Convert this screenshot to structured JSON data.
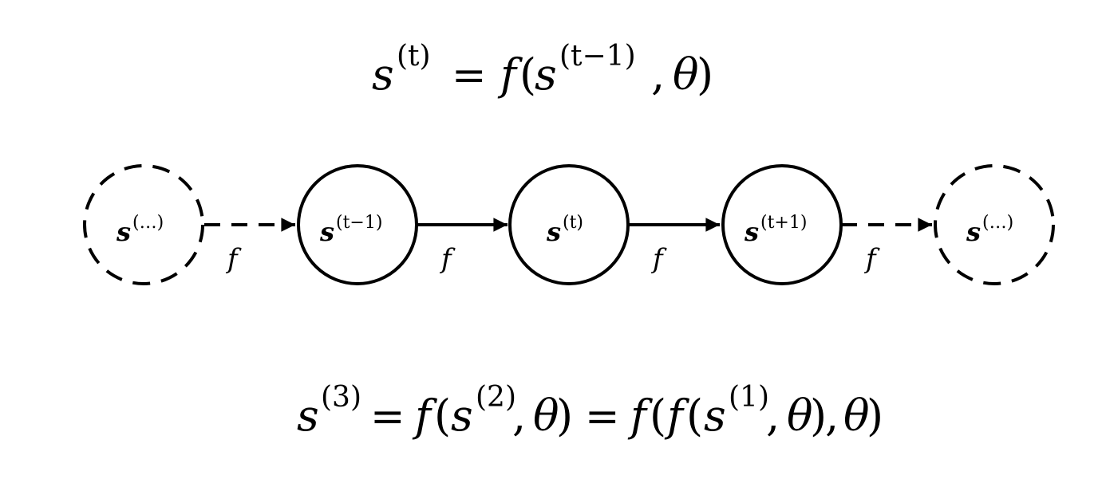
{
  "equations": {
    "top": {
      "lhs_base": "s",
      "lhs_sup": "(t)",
      "eq": "=",
      "f": "f",
      "open": "(",
      "arg_base": "s",
      "arg_sup": "(t−1)",
      "comma": ",",
      "theta": "θ",
      "close": ")"
    },
    "bottom": {
      "lhs_base": "s",
      "lhs_sup": "(3)",
      "eq1": "=",
      "f1": "f",
      "open1": "(",
      "s2_base": "s",
      "s2_sup": "(2)",
      "comma1": ",",
      "theta1": "θ",
      "close1": ")",
      "eq2": "=",
      "f2": "f",
      "open2": "(",
      "f3": "f",
      "open3": "(",
      "s1_base": "s",
      "s1_sup": "(1)",
      "comma2": ",",
      "theta2": "θ",
      "close2": ")",
      "comma3": ",",
      "theta3": "θ",
      "close3": ")"
    }
  },
  "diagram": {
    "nodes": [
      {
        "base": "s",
        "sup": "(…)",
        "style": "dashed"
      },
      {
        "base": "s",
        "sup": "(t−1)",
        "style": "solid"
      },
      {
        "base": "s",
        "sup": "(t)",
        "style": "solid"
      },
      {
        "base": "s",
        "sup": "(t+1)",
        "style": "solid"
      },
      {
        "base": "s",
        "sup": "(…)",
        "style": "dashed"
      }
    ],
    "edges": [
      {
        "label": "f",
        "style": "dashed"
      },
      {
        "label": "f",
        "style": "solid"
      },
      {
        "label": "f",
        "style": "solid"
      },
      {
        "label": "f",
        "style": "dashed"
      }
    ]
  }
}
